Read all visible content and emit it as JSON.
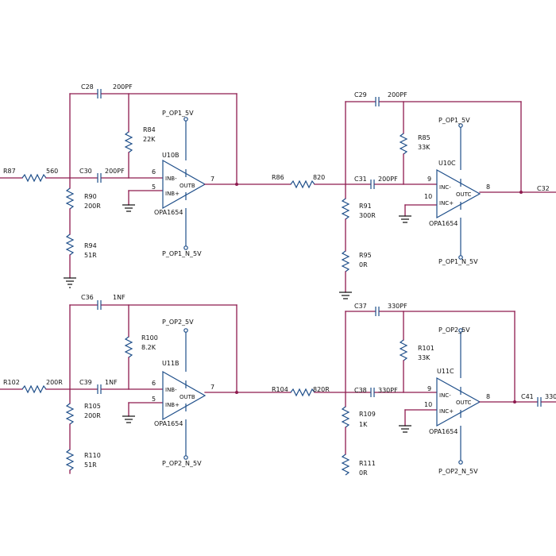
{
  "labels": {
    "c28": "C28",
    "c28v": "200PF",
    "r84": "R84",
    "r84v": "22K",
    "p_op1_5v": "P_OP1_5V",
    "u10b": "U10B",
    "r87": "R87",
    "r87v": "560",
    "c30": "C30",
    "c30v": "200PF",
    "pin6a": "6",
    "pin5a": "5",
    "pin7a": "7",
    "inb_m_a": "INB-",
    "inb_p_a": "INB+",
    "outb_a": "OUTB",
    "opa_a": "OPA1654",
    "r90": "R90",
    "r90v": "200R",
    "r94": "R94",
    "r94v": "51R",
    "p_op1_n_5v": "P_OP1_N_5V",
    "r86": "R86",
    "r86v": "820",
    "c29": "C29",
    "c29v": "200PF",
    "r85": "R85",
    "r85v": "33K",
    "p_op1_5v_b": "P_OP1_5V",
    "u10c": "U10C",
    "c31": "C31",
    "c31v": "200PF",
    "pin9a": "9",
    "pin10a": "10",
    "pin8a": "8",
    "inc_m_a": "INC-",
    "inc_p_a": "INC+",
    "outc_a": "OUTC",
    "opa_b": "OPA1654",
    "c32": "C32",
    "r91": "R91",
    "r91v": "300R",
    "r95": "R95",
    "r95v": "0R",
    "p_op1_n_5v_b": "P_OP1_N_5V",
    "c36": "C36",
    "c36v": "1NF",
    "r100": "R100",
    "r100v": "8.2K",
    "p_op2_5v": "P_OP2_5V",
    "u11b": "U11B",
    "r102": "R102",
    "r102v": "200R",
    "c39": "C39",
    "c39v": "1NF",
    "pin6b": "6",
    "pin5b": "5",
    "pin7b": "7",
    "inb_m_b": "INB-",
    "inb_p_b": "INB+",
    "outb_b": "OUTB",
    "opa_c": "OPA1654",
    "r105": "R105",
    "r105v": "200R",
    "r110": "R110",
    "r110v": "51R",
    "p_op2_n_5v": "P_OP2_N_5V",
    "r104": "R104",
    "r104v": "820R",
    "c37": "C37",
    "c37v": "330PF",
    "r101": "R101",
    "r101v": "33K",
    "p_op2_5v_b": "P_OP2_5V",
    "u11c": "U11C",
    "c38": "C38",
    "c38v": "330PF",
    "pin9b": "9",
    "pin10b": "10",
    "pin8b": "8",
    "inc_m_b": "INC-",
    "inc_p_b": "INC+",
    "outc_b": "OUTC",
    "opa_d": "OPA1654",
    "c41": "C41",
    "c41v": "330",
    "r109": "R109",
    "r109v": "1K",
    "r111": "R111",
    "r111v": "0R",
    "p_op2_n_5v_b": "P_OP2_N_5V"
  },
  "colors": {
    "wire": "#8e1a4e",
    "component": "#1f4f8a",
    "ground": "#0d0d0d",
    "text": "#111111",
    "background": "#ffffff"
  }
}
